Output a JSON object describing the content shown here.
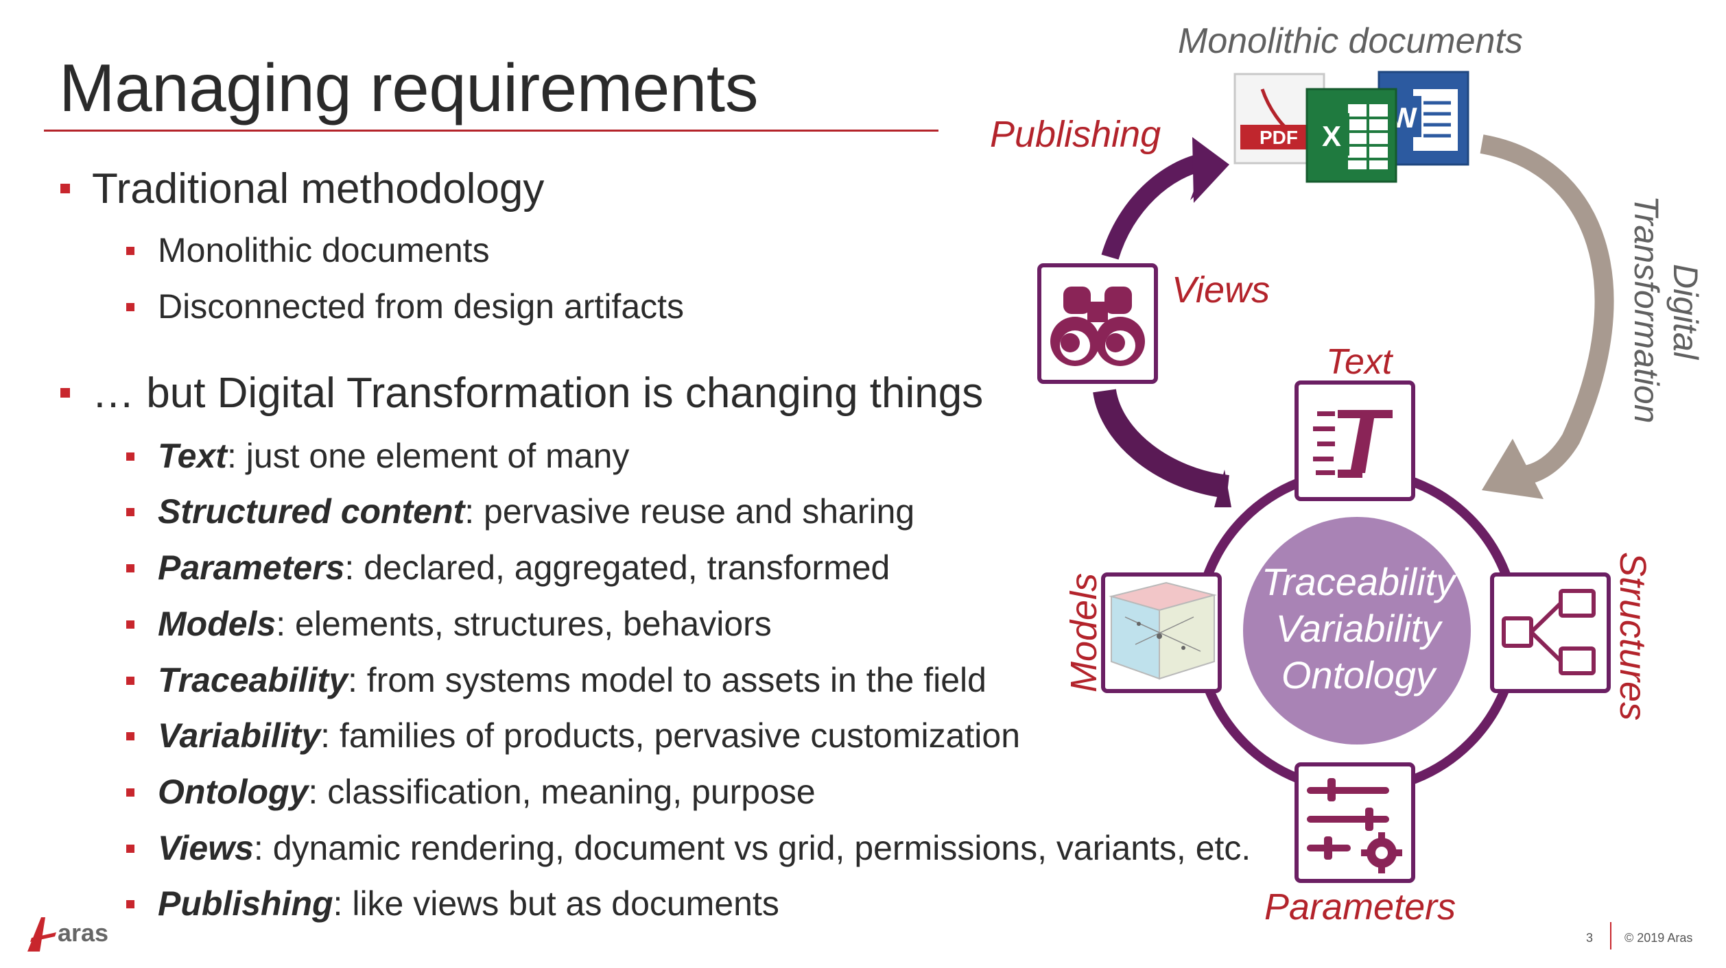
{
  "slide": {
    "title": "Managing requirements",
    "bullets": {
      "b1": "Traditional methodology",
      "b1_sub1": "Monolithic documents",
      "b1_sub2": "Disconnected from design artifacts",
      "b2": "… but Digital Transformation is changing things",
      "items": [
        {
          "term": "Text",
          "desc": ": just one element of many"
        },
        {
          "term": "Structured content",
          "desc": ": pervasive reuse and sharing"
        },
        {
          "term": "Parameters",
          "desc": ": declared, aggregated, transformed"
        },
        {
          "term": "Models",
          "desc": ": elements, structures, behaviors"
        },
        {
          "term": "Traceability",
          "desc": ": from systems model to assets in the field"
        },
        {
          "term": "Variability",
          "desc": ": families of products, pervasive customization"
        },
        {
          "term": "Ontology",
          "desc": ": classification, meaning, purpose"
        },
        {
          "term": "Views",
          "desc": ": dynamic rendering, document vs grid, permissions, variants, etc."
        },
        {
          "term": "Publishing",
          "desc": ": like views but as documents"
        }
      ]
    }
  },
  "diagram": {
    "monolithic_label": "Monolithic documents",
    "publishing_label": "Publishing",
    "views_label": "Views",
    "digital_label": "Digital",
    "transformation_label": "Transformation",
    "text_label": "Text",
    "models_label": "Models",
    "structures_label": "Structures",
    "parameters_label": "Parameters",
    "center": {
      "line1": "Traceability",
      "line2": "Variability",
      "line3": "Ontology"
    },
    "file_icons": {
      "pdf": "PDF",
      "excel": "X",
      "word": "W"
    }
  },
  "footer": {
    "logo": "aras",
    "page_number": "3",
    "copyright": "© 2019 Aras"
  },
  "colors": {
    "accent_red": "#b3232b",
    "purple": "#6b1f63",
    "light_purple": "#a983b5",
    "taupe": "#a89a90"
  }
}
